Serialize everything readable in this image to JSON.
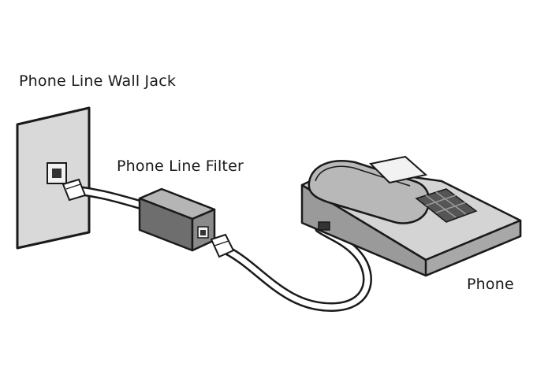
{
  "labels": {
    "wall_jack": "Phone Line Wall Jack",
    "filter": "Phone Line Filter",
    "phone": "Phone"
  },
  "colors": {
    "outline": "#1a1a1a",
    "light_gray": "#d9d9d9",
    "mid_gray": "#9a9a9a",
    "dark_gray": "#6e6e6e",
    "keypad": "#555555"
  }
}
